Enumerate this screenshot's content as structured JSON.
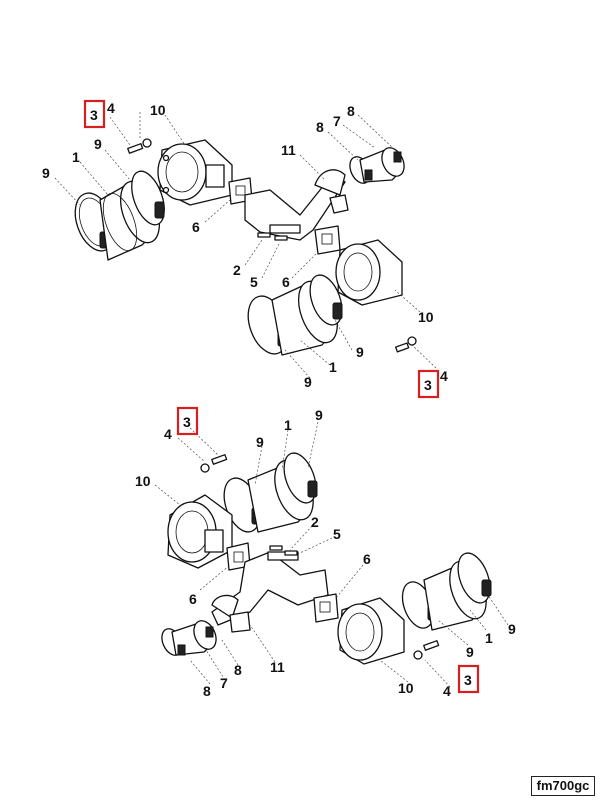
{
  "diagram": {
    "code": "fm700gc",
    "highlight_color": "#d81e1e",
    "labels": {
      "top_3": "3",
      "top_4": "4",
      "top_10": "10",
      "top_9a": "9",
      "top_1": "1",
      "top_9b": "9",
      "top_6": "6",
      "top_11": "11",
      "top_8a": "8",
      "top_7": "7",
      "top_8b": "8",
      "top_2": "2",
      "top_5": "5",
      "top_6b": "6",
      "top_10b": "10",
      "top_9c": "9",
      "top_1b": "1",
      "top_9d": "9",
      "top_3b": "3",
      "top_4b": "4",
      "bot_3": "3",
      "bot_4": "4",
      "bot_9a": "9",
      "bot_1": "1",
      "bot_9b": "9",
      "bot_10": "10",
      "bot_2": "2",
      "bot_5": "5",
      "bot_6": "6",
      "bot_6b": "6",
      "bot_9c": "9",
      "bot_1b": "1",
      "bot_9d": "9",
      "bot_8a": "8",
      "bot_11": "11",
      "bot_8b": "8",
      "bot_7": "7",
      "bot_10b": "10",
      "bot_4b": "4",
      "bot_3b": "3"
    }
  }
}
